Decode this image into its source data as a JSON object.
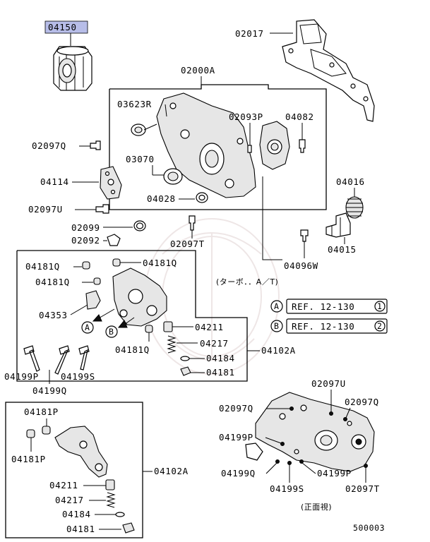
{
  "highlight_color": "#b7bde8",
  "part_numbers": {
    "oil_filter": "04150",
    "gasket_top": "02017",
    "front_case_assy": "02000A",
    "oil_seal_03623r": "03623R",
    "pin_02093p": "02093P",
    "bolt_04082": "04082",
    "bolt_02097q_left": "02097Q",
    "seal_03070": "03070",
    "plate_04114": "04114",
    "oring_04028": "04028",
    "bolt_02097u_left": "02097U",
    "gear_04016": "04016",
    "oring_02099": "02099",
    "gasket_02092": "02092",
    "bolt_02097t": "02097T",
    "shaft_04015": "04015",
    "bolt_04096w": "04096W",
    "plug_04181q_a": "04181Q",
    "plug_04181q_b": "04181Q",
    "plug_04181q_c": "04181Q",
    "valve_04353": "04353",
    "plug_04181q_d": "04181Q",
    "plunger_04211": "04211",
    "spring_04217": "04217",
    "gasket_04184": "04184",
    "plug_04181": "04181",
    "pump_assy_04102a": "04102A",
    "bolt_04199p": "04199P",
    "bolt_04199s": "04199S",
    "bolt_04199q": "04199Q",
    "lower_04181p_a": "04181P",
    "lower_04181p_b": "04181P",
    "lower_pump_assy": "04102A",
    "lower_04211": "04211",
    "lower_04217": "04217",
    "lower_04184": "04184",
    "lower_04181": "04181",
    "fv_02097u": "02097U",
    "fv_02097q_left": "02097Q",
    "fv_02097q_right": "02097Q",
    "fv_04199p_left": "04199P",
    "fv_04199q": "04199Q",
    "fv_04199p_right": "04199P",
    "fv_04199s": "04199S",
    "fv_02097t": "02097T"
  },
  "turbo_note": "(ターボ．．A／T)",
  "front_view_note": "(正面視)",
  "refs": [
    {
      "marker": "A",
      "text": "REF. 12-130",
      "page": "1"
    },
    {
      "marker": "B",
      "text": "REF. 12-130",
      "page": "2"
    }
  ],
  "arrow_markers": {
    "a": "A",
    "b": "B"
  },
  "diagram_id": "500003"
}
